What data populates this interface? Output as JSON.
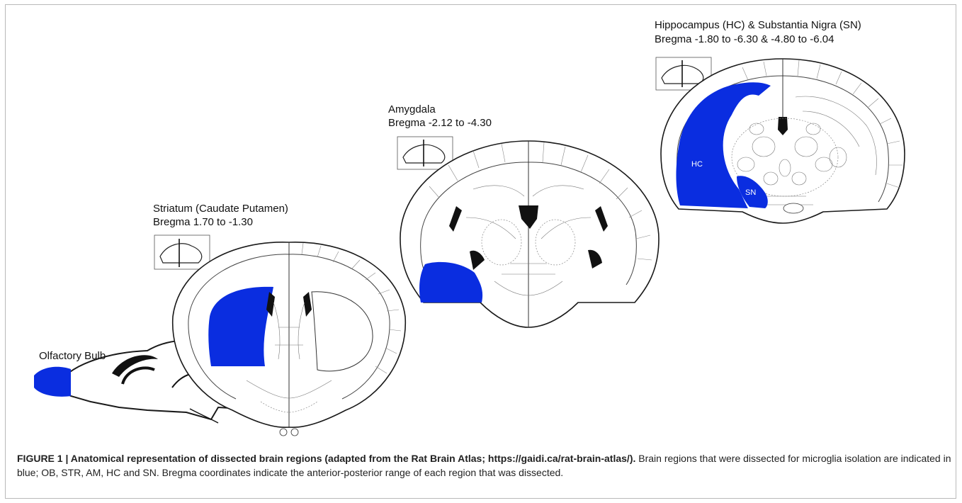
{
  "figure": {
    "panels": [
      {
        "id": "ob",
        "title": "Olfactory Bulb",
        "subtitle": ""
      },
      {
        "id": "str",
        "title": "Striatum (Caudate Putamen)",
        "subtitle": "Bregma 1.70 to -1.30"
      },
      {
        "id": "am",
        "title": "Amygdala",
        "subtitle": "Bregma -2.12 to -4.30"
      },
      {
        "id": "hc",
        "title": "Hippocampus (HC) & Substantia Nigra (SN)",
        "subtitle": "Bregma -1.80 to -6.30 & -4.80 to -6.04"
      }
    ],
    "region_labels": {
      "hc": "HC",
      "sn": "SN"
    },
    "highlight_color": "#0a2de0",
    "outline_color": "#1a1a1a"
  },
  "caption": {
    "lead": "FIGURE 1 | Anatomical representation of dissected brain regions (adapted from the Rat Brain Atlas; https://gaidi.ca/rat-brain-atlas/).",
    "body": " Brain regions that were dissected for microglia isolation are indicated in blue; OB, STR, AM, HC and SN. Bregma coordinates indicate the anterior-posterior range of each region that was dissected."
  }
}
